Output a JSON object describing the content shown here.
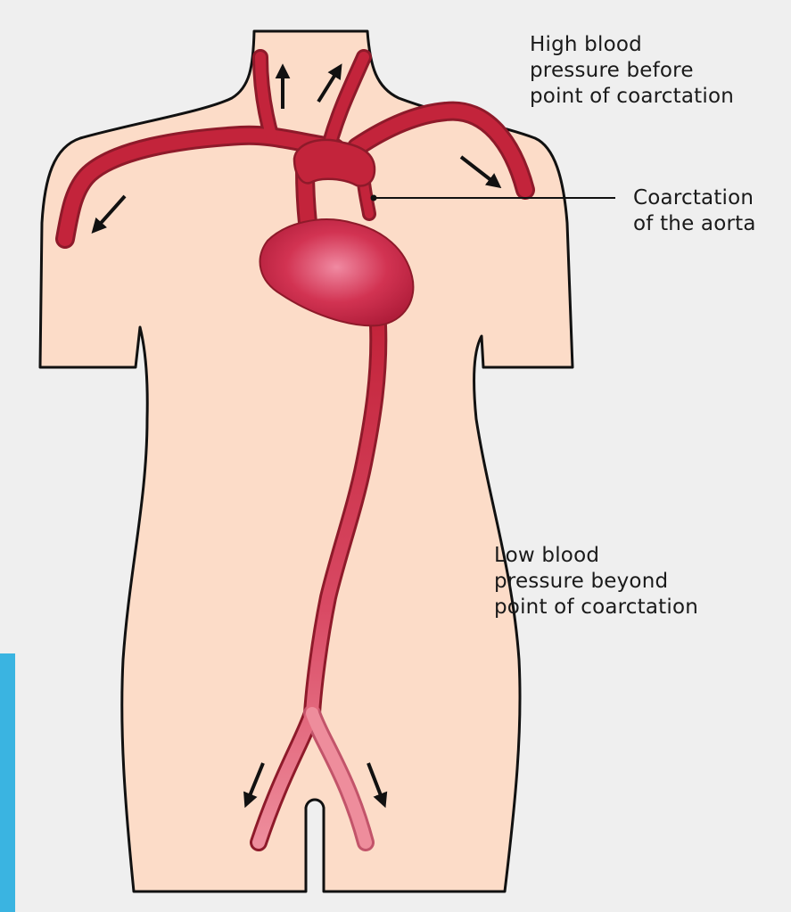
{
  "labels": {
    "high_pressure": [
      "High blood",
      "pressure before",
      "point of coarctation"
    ],
    "coarctation": [
      "Coarctation",
      "of the aorta"
    ],
    "low_pressure": [
      "Low blood",
      "pressure beyond",
      "point of coarctation"
    ]
  },
  "colors": {
    "background": "#efefef",
    "skin": "#fcdcc8",
    "outline": "#111111",
    "artery": "#c3243b",
    "artery_dark": "#8e1a2a",
    "artery_light": "#ea8c9a",
    "heart_highlight": "#f08aa2",
    "accent_bar": "#3ab4e1"
  },
  "icons": {
    "arrow": "flow-direction-arrow"
  }
}
